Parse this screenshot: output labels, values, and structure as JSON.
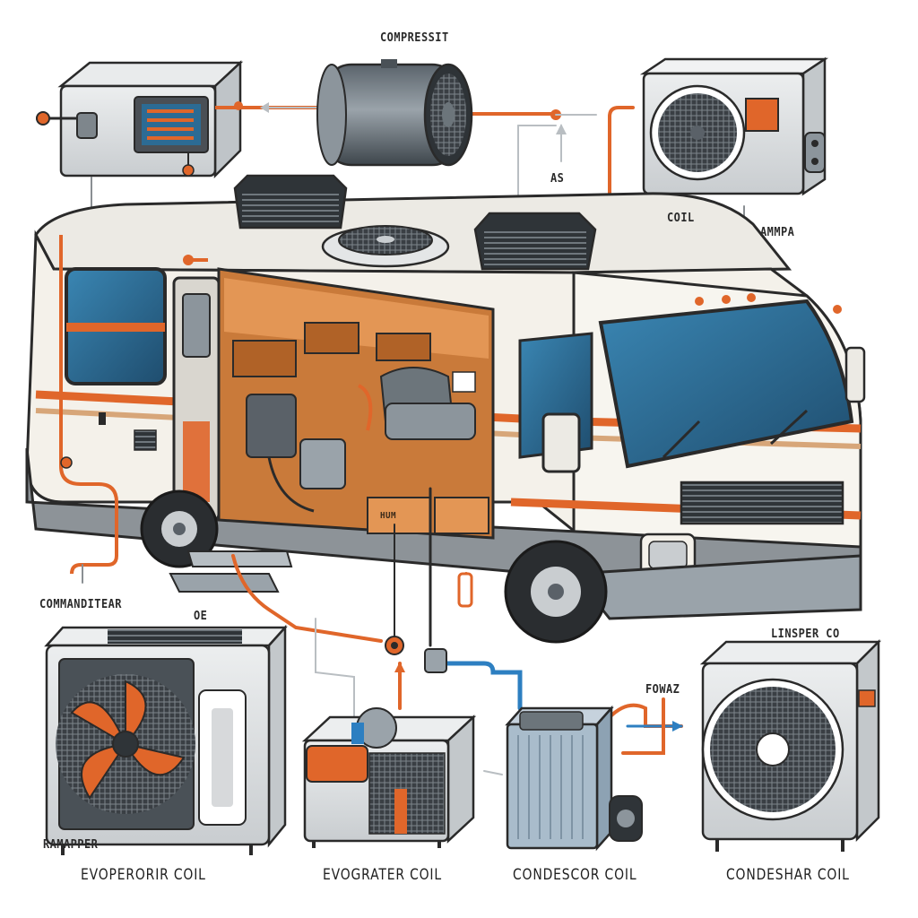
{
  "labels": {
    "compressor_top": "COMPRESSIT",
    "as": "AS",
    "coil": "COIL",
    "ampa": "AMMPA",
    "condenser_left": "COMMANDITEAR",
    "oe": "OE",
    "linsper": "LINSPER CO",
    "fowaz": "FOWAZ",
    "ramapper": "RAMAPPER",
    "hum": "HUM"
  },
  "captions": {
    "first": "EVOPERORIR COIL",
    "second": "EVOGRATER COIL",
    "third": "CONDESCOR COIL",
    "fourth": "CONDESHAR COIL"
  },
  "colors": {
    "accent_orange": "#e0662a",
    "pipe_blue": "#2d7fc1",
    "glass_blue": "#2f6f9a",
    "wood": "#c97a3a",
    "body_cream": "#f4f1ea",
    "unit_grey": "#d7d9db",
    "outline": "#2a2a2a"
  },
  "icons": [
    "fan-icon",
    "vent-icon",
    "compressor-icon",
    "control-box-icon"
  ]
}
